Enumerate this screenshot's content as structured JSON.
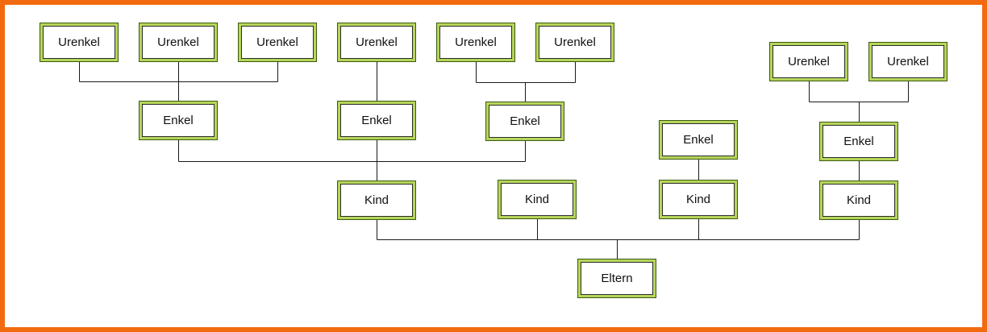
{
  "diagram": {
    "type": "family-tree",
    "colors": {
      "frame_border": "#f26a0f",
      "node_fill": "#b7d65a",
      "node_inner": "#ffffff",
      "connector": "#1a1a1a"
    },
    "nodes": [
      {
        "id": "urenkel-1",
        "label": "Urenkel"
      },
      {
        "id": "urenkel-2",
        "label": "Urenkel"
      },
      {
        "id": "urenkel-3",
        "label": "Urenkel"
      },
      {
        "id": "urenkel-4",
        "label": "Urenkel"
      },
      {
        "id": "urenkel-5",
        "label": "Urenkel"
      },
      {
        "id": "urenkel-6",
        "label": "Urenkel"
      },
      {
        "id": "urenkel-7",
        "label": "Urenkel"
      },
      {
        "id": "urenkel-8",
        "label": "Urenkel"
      },
      {
        "id": "enkel-1",
        "label": "Enkel"
      },
      {
        "id": "enkel-2",
        "label": "Enkel"
      },
      {
        "id": "enkel-3",
        "label": "Enkel"
      },
      {
        "id": "enkel-4",
        "label": "Enkel"
      },
      {
        "id": "enkel-5",
        "label": "Enkel"
      },
      {
        "id": "kind-1",
        "label": "Kind"
      },
      {
        "id": "kind-2",
        "label": "Kind"
      },
      {
        "id": "kind-3",
        "label": "Kind"
      },
      {
        "id": "kind-4",
        "label": "Kind"
      },
      {
        "id": "eltern",
        "label": "Eltern"
      }
    ],
    "edges": [
      {
        "parent": "enkel-1",
        "children": [
          "urenkel-1",
          "urenkel-2",
          "urenkel-3"
        ]
      },
      {
        "parent": "enkel-2",
        "children": [
          "urenkel-4"
        ]
      },
      {
        "parent": "enkel-3",
        "children": [
          "urenkel-5",
          "urenkel-6"
        ]
      },
      {
        "parent": "enkel-5",
        "children": [
          "urenkel-7",
          "urenkel-8"
        ]
      },
      {
        "parent": "kind-1",
        "children": [
          "enkel-1",
          "enkel-2",
          "enkel-3"
        ]
      },
      {
        "parent": "kind-3",
        "children": [
          "enkel-4"
        ]
      },
      {
        "parent": "kind-4",
        "children": [
          "enkel-5"
        ]
      },
      {
        "parent": "eltern",
        "children": [
          "kind-1",
          "kind-2",
          "kind-3",
          "kind-4"
        ]
      }
    ]
  }
}
